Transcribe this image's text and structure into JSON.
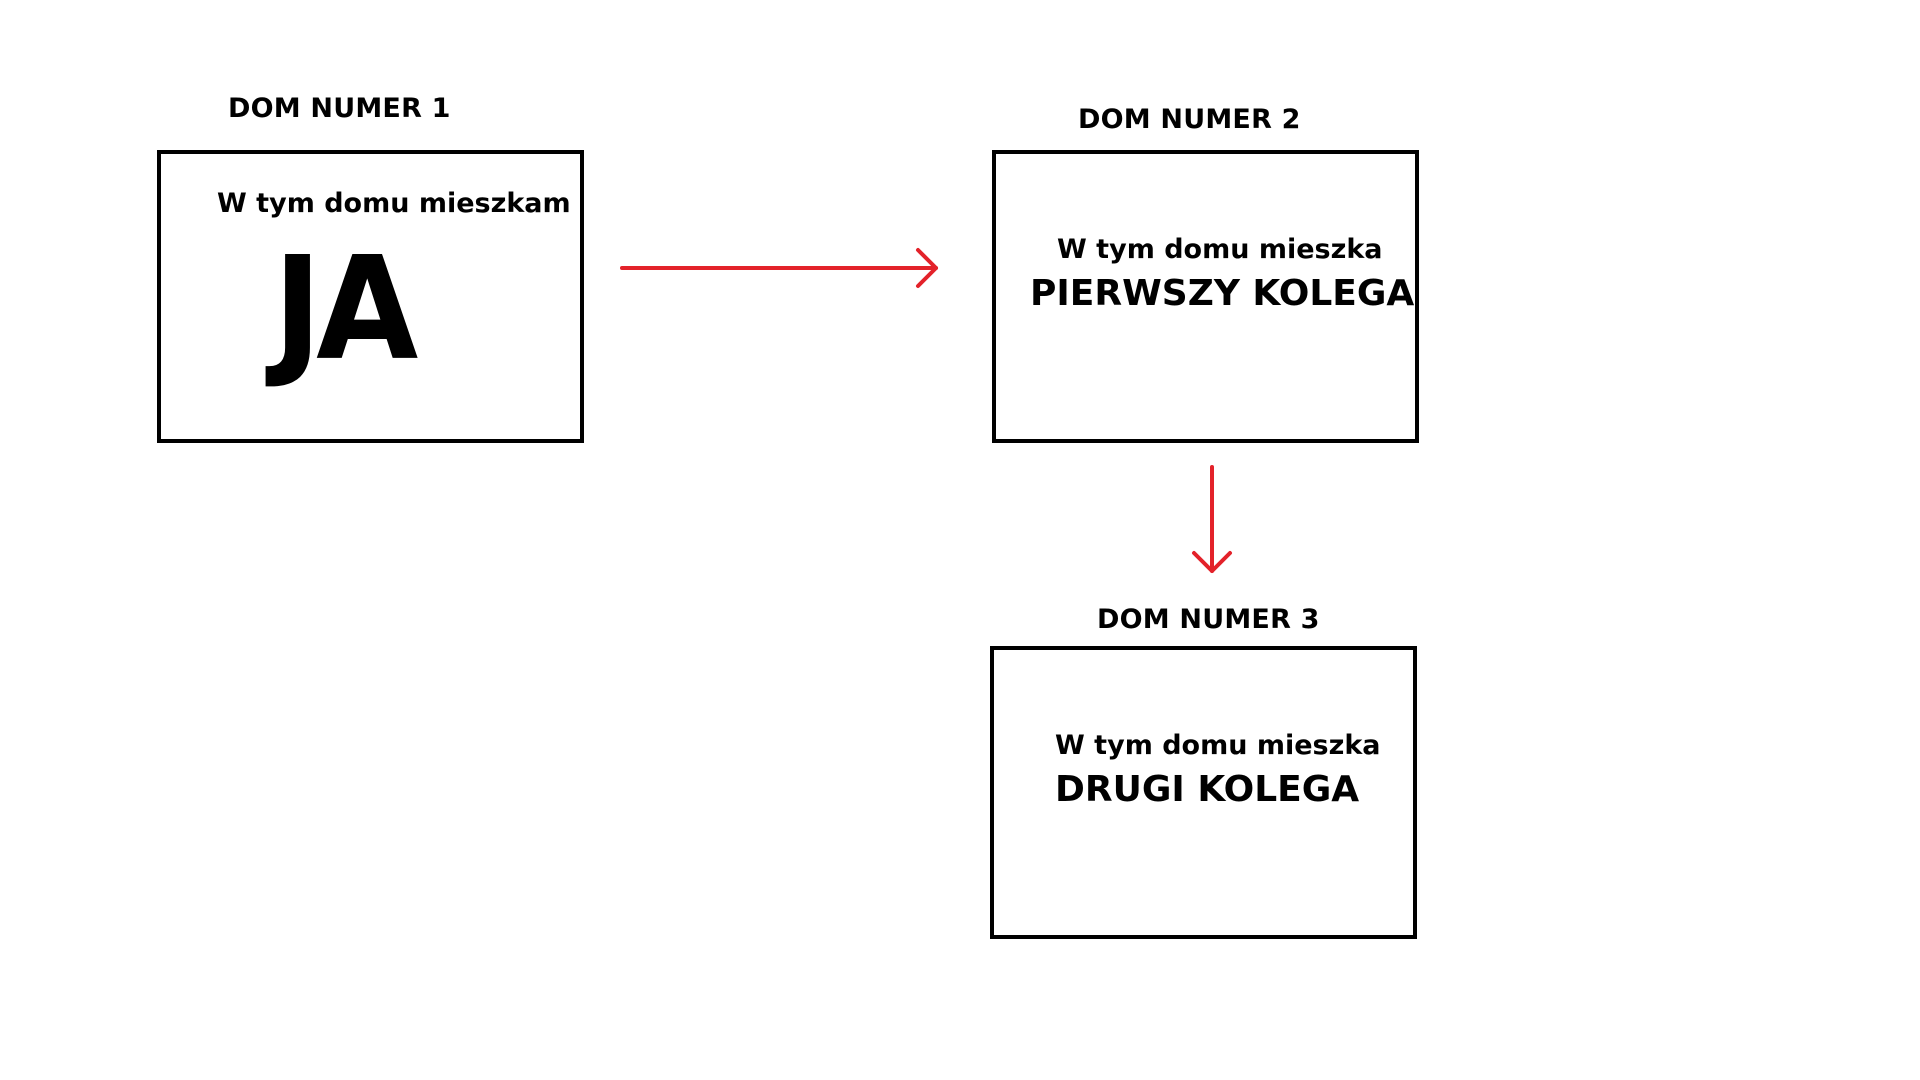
{
  "colors": {
    "background": "#ffffff",
    "box_border": "#000000",
    "arrow": "#e3222a"
  },
  "houses": [
    {
      "title": "DOM NUMER 1",
      "intro": "W tym domu mieszkam",
      "resident": "JA"
    },
    {
      "title": "DOM NUMER 2",
      "intro": "W tym domu mieszka",
      "resident": "PIERWSZY KOLEGA"
    },
    {
      "title": "DOM NUMER 3",
      "intro": "W tym domu mieszka",
      "resident": "DRUGI KOLEGA"
    }
  ],
  "edges": [
    {
      "from": "DOM NUMER 1",
      "to": "DOM NUMER 2",
      "direction": "right"
    },
    {
      "from": "DOM NUMER 2",
      "to": "DOM NUMER 3",
      "direction": "down"
    }
  ]
}
